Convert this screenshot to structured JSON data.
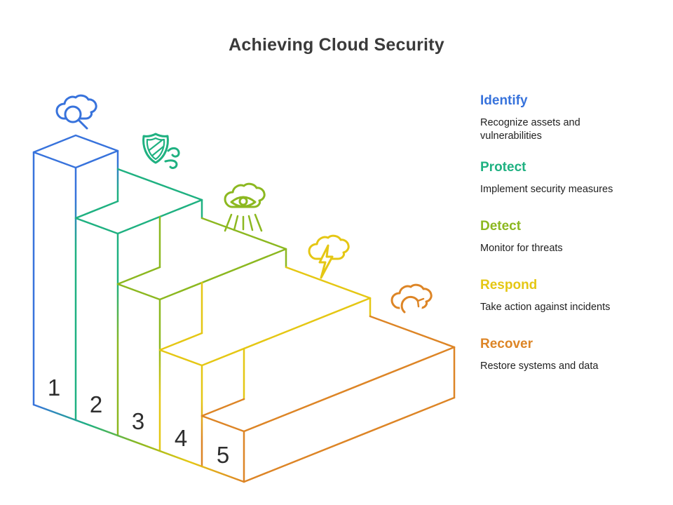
{
  "title": "Achieving Cloud Security",
  "steps": [
    {
      "number": "1",
      "name": "Identify",
      "description": "Recognize assets and vulnerabilities",
      "color": "#3873dc",
      "icon": "cloud-search-icon"
    },
    {
      "number": "2",
      "name": "Protect",
      "description": "Implement security measures",
      "color": "#1fb181",
      "icon": "shield-wind-icon"
    },
    {
      "number": "3",
      "name": "Detect",
      "description": "Monitor for threats",
      "color": "#8cb820",
      "icon": "cloud-eye-icon"
    },
    {
      "number": "4",
      "name": "Respond",
      "description": "Take action against incidents",
      "color": "#e5c714",
      "icon": "cloud-lightning-icon"
    },
    {
      "number": "5",
      "name": "Recover",
      "description": "Restore systems and data",
      "color": "#dd8526",
      "icon": "cloud-refresh-icon"
    }
  ]
}
